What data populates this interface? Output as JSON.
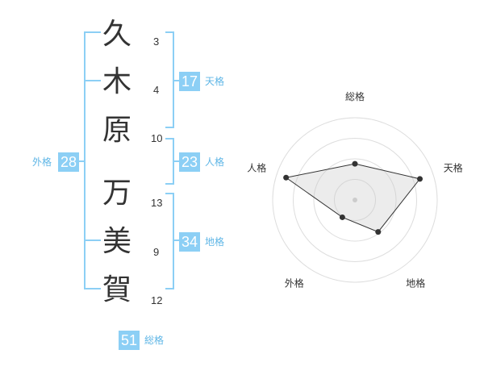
{
  "name_chars": [
    {
      "char": "久",
      "strokes": "3"
    },
    {
      "char": "木",
      "strokes": "4"
    },
    {
      "char": "原",
      "strokes": "10"
    },
    {
      "char": "万",
      "strokes": "13"
    },
    {
      "char": "美",
      "strokes": "9"
    },
    {
      "char": "賀",
      "strokes": "12"
    }
  ],
  "kakusu": {
    "tenkaku": {
      "value": "17",
      "label": "天格"
    },
    "jinkaku": {
      "value": "23",
      "label": "人格"
    },
    "chikaku": {
      "value": "34",
      "label": "地格"
    },
    "gaikaku": {
      "value": "28",
      "label": "外格"
    },
    "soukaku": {
      "value": "51",
      "label": "総格"
    }
  },
  "colors": {
    "accent": "#8ccff5",
    "accent_text": "#5fb6e6",
    "bracket": "#8ccff5"
  },
  "chart_data": {
    "type": "radar",
    "axes": [
      "総格",
      "天格",
      "地格",
      "外格",
      "人格"
    ],
    "values": [
      0.44,
      0.83,
      0.48,
      0.26,
      0.88
    ],
    "rings": 4
  }
}
